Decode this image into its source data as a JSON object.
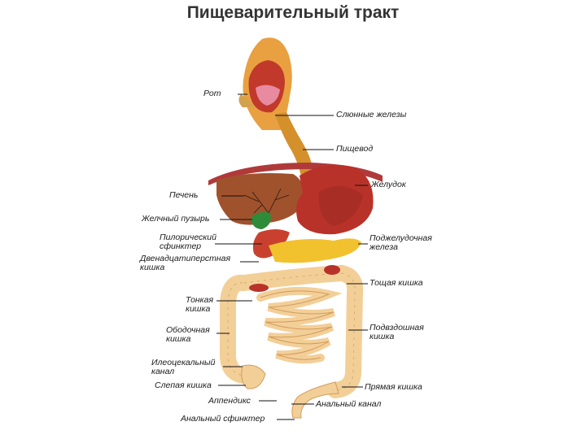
{
  "title": "Пищеварительный тракт",
  "colors": {
    "organ_red": "#b8322a",
    "liver_brown": "#a0522d",
    "pancreas_yellow": "#f2c12e",
    "intestine_cream": "#f3cf98",
    "gallbladder_green": "#2e8b3a"
  },
  "labels": {
    "mouth": "Рот",
    "salivary": "Слюнные железы",
    "esophagus": "Пищевод",
    "stomach": "Желудок",
    "liver": "Печень",
    "gallbladder": "Желчный пузырь",
    "pyloric_1": "Пилорический",
    "pyloric_2": "сфинктер",
    "duodenum_1": "Двенадцатиперстная",
    "duodenum_2": "кишка",
    "pancreas_1": "Поджелудочная",
    "pancreas_2": "железа",
    "jejunum": "Тощая кишка",
    "small_1": "Тонкая",
    "small_2": "кишка",
    "ileum_1": "Подвздошная",
    "ileum_2": "кишка",
    "colon_1": "Ободочная",
    "colon_2": "кишка",
    "ileocecal_1": "Илеоцекальный",
    "ileocecal_2": "канал",
    "cecum": "Слепая кишка",
    "rectum": "Прямая кишка",
    "appendix": "Аппендикс",
    "anal_canal": "Анальный канал",
    "anal_sphincter": "Анальный сфинктер"
  }
}
